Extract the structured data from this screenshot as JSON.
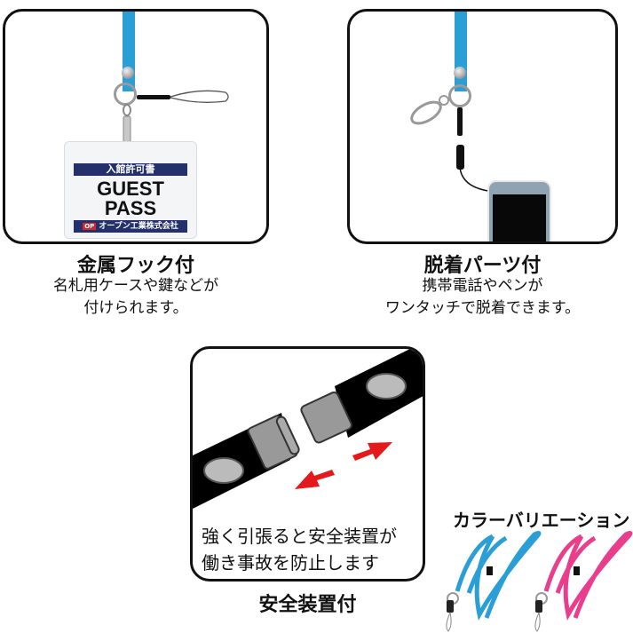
{
  "panels": {
    "hook": {
      "title": "金属フック付",
      "desc_line1": "名札用ケースや鍵などが",
      "desc_line2": "付けられます。",
      "card": {
        "header": "入館許可書",
        "main_line1": "GUEST",
        "main_line2": "PASS",
        "footer": "オープン工業株式会社",
        "footer_logo": "OP"
      }
    },
    "detach": {
      "title": "脱着パーツ付",
      "desc_line1": "携帯電話やペンが",
      "desc_line2": "ワンタッチで脱着できます。"
    },
    "safety": {
      "title": "安全装置付",
      "desc_line1": "強く引張ると安全装置が",
      "desc_line2": "働き事故を防止します"
    },
    "colors": {
      "title": "カラーバリエーション",
      "variants": [
        {
          "name": "blue",
          "hex": "#2a9fd6"
        },
        {
          "name": "pink",
          "hex": "#e83e8c"
        }
      ]
    }
  },
  "palette": {
    "strap_blue": "#2a9fd6",
    "strap_pink": "#e83e8c",
    "arrow_red": "#e5191b",
    "card_navy": "#23306b"
  }
}
